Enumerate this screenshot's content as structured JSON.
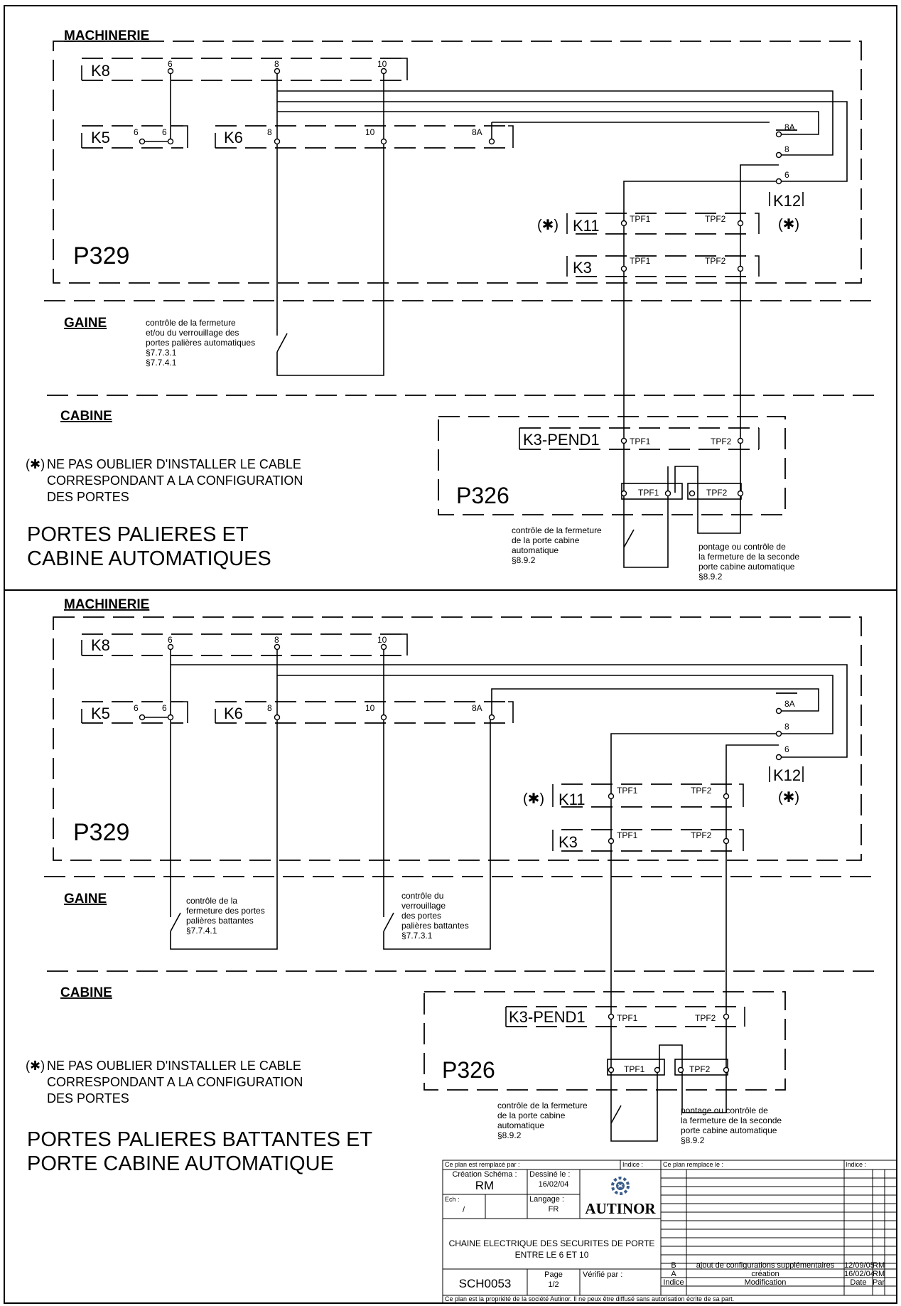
{
  "colors": {
    "ink": "#000000",
    "paper": "#ffffff",
    "logo": "#3a5d8a"
  },
  "top": {
    "section_machinerie": "MACHINERIE",
    "section_gaine": "GAINE",
    "section_cabine": "CABINE",
    "box_machinerie": "P329",
    "box_cabine": "P326",
    "k8": "K8",
    "k5": "K5",
    "k6": "K6",
    "k11": "K11",
    "k3": "K3",
    "k12": "K12",
    "k3pend1": "K3-PEND1",
    "t6": "6",
    "t8": "8",
    "t10": "10",
    "t8a": "8A",
    "tpf1": "TPF1",
    "tpf2": "TPF2",
    "star": "(✱)",
    "gaine_note": [
      "contrôle de la fermeture",
      "et/ou du verrouillage des",
      "portes palières automatiques",
      "§7.7.3.1",
      "§7.7.4.1"
    ],
    "cab_note1": [
      "contrôle de la fermeture",
      "de la porte cabine",
      "automatique",
      "§8.9.2"
    ],
    "cab_note2": [
      "pontage ou contrôle de",
      "la fermeture de la seconde",
      "porte cabine automatique",
      "§8.9.2"
    ],
    "warning": [
      "NE PAS OUBLIER D'INSTALLER LE CABLE",
      "CORRESPONDANT A LA CONFIGURATION",
      "DES PORTES"
    ],
    "title": [
      "PORTES PALIERES ET",
      "CABINE AUTOMATIQUES"
    ]
  },
  "bottom": {
    "section_machinerie": "MACHINERIE",
    "section_gaine": "GAINE",
    "section_cabine": "CABINE",
    "box_machinerie": "P329",
    "box_cabine": "P326",
    "k8": "K8",
    "k5": "K5",
    "k6": "K6",
    "k11": "K11",
    "k3": "K3",
    "k12": "K12",
    "k3pend1": "K3-PEND1",
    "t6": "6",
    "t8": "8",
    "t10": "10",
    "t8a": "8A",
    "tpf1": "TPF1",
    "tpf2": "TPF2",
    "star": "(✱)",
    "gaine_note1": [
      "contrôle de la",
      "fermeture des portes",
      "palières battantes",
      "§7.7.4.1"
    ],
    "gaine_note2": [
      "contrôle du",
      "verrouillage",
      "des portes",
      "palières battantes",
      "§7.7.3.1"
    ],
    "cab_note1": [
      "contrôle de la fermeture",
      "de la porte cabine",
      "automatique",
      "§8.9.2"
    ],
    "cab_note2": [
      "pontage ou contrôle de",
      "la fermeture de la seconde",
      "porte cabine automatique",
      "§8.9.2"
    ],
    "warning": [
      "NE PAS OUBLIER D'INSTALLER LE CABLE",
      "CORRESPONDANT A LA CONFIGURATION",
      "DES PORTES"
    ],
    "title": [
      "PORTES PALIERES BATTANTES ET",
      "PORTE CABINE AUTOMATIQUE"
    ]
  },
  "title_block": {
    "replaced_by": "Ce plan est remplacé par :",
    "indice_label": "Indice :",
    "replaces": "Ce plan remplace le :",
    "creation_label": "Création Schéma :",
    "creation_value": "RM",
    "drawn_label": "Dessiné le :",
    "drawn_value": "16/02/04",
    "ech_label": "Ech :",
    "ech_value": "/",
    "lang_label": "Langage :",
    "lang_value": "FR",
    "company": "AUTINOR",
    "subject": [
      "CHAINE ELECTRIQUE DES SECURITES DE PORTE",
      "ENTRE LE 6 ET 10"
    ],
    "doc_number": "SCH0053",
    "page_label": "Page",
    "page_value": "1/2",
    "verified_label": "Vérifié par :",
    "rev_headers": [
      "Indice",
      "Modification",
      "Date",
      "Par"
    ],
    "revisions": [
      {
        "indice": "B",
        "modification": "ajout de  configurations supplémentaires",
        "date": "12/09/05",
        "par": "RM"
      },
      {
        "indice": "A",
        "modification": "création",
        "date": "16/02/04",
        "par": "RM"
      }
    ],
    "footer": "Ce plan est la propriété de la société Autinor. Il ne peux être diffusé sans autorisation écrite de sa part."
  }
}
